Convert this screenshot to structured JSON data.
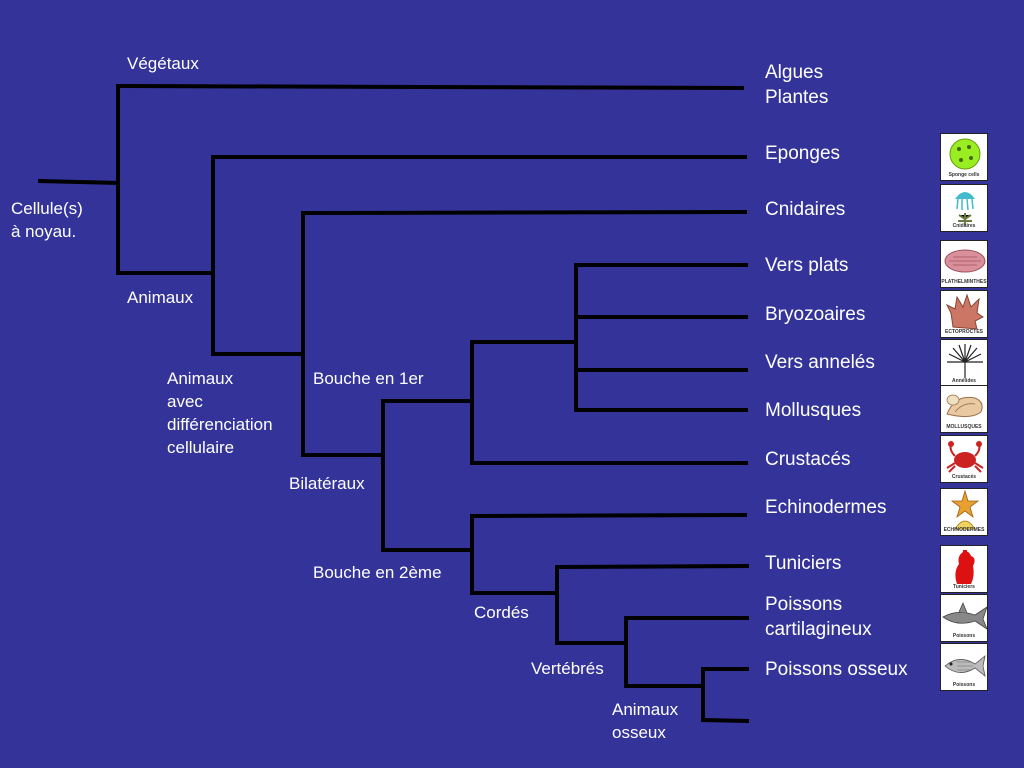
{
  "root": {
    "label": "Cellule(s)\nà noyau."
  },
  "nodes": {
    "vegetaux": "Végétaux",
    "animaux": "Animaux",
    "animaux_diff": "Animaux\navec\ndifférenciation\ncellulaire",
    "bouche_1er": "Bouche en 1er",
    "bilateraux": "Bilatéraux",
    "bouche_2eme": "Bouche en 2ème",
    "cordes": "Cordés",
    "vertebres": "Vertébrés",
    "animaux_osseux": "Animaux\nosseux"
  },
  "leaves": [
    "Algues\nPlantes",
    "Eponges",
    "Cnidaires",
    "Vers plats",
    "Bryozoaires",
    "Vers annelés",
    "Mollusques",
    "Crustacés",
    "Echinodermes",
    "Tuniciers",
    "Poissons\ncartilagineux",
    "Poissons osseux"
  ],
  "thumbnails": [
    {
      "caption": "Sponge cells",
      "icon": "sponge-icon",
      "color": "#99ee22"
    },
    {
      "caption": "Cnidaires",
      "icon": "jellyfish-icon",
      "color": "#44bbcc"
    },
    {
      "caption": "PLATHELMINTHES",
      "icon": "flatworm-icon",
      "color": "#d9909a"
    },
    {
      "caption": "ECTOPROCTES",
      "icon": "bryozoan-icon",
      "color": "#cc7766"
    },
    {
      "caption": "Annélides",
      "icon": "annelid-icon",
      "color": "#222222"
    },
    {
      "caption": "MOLLUSQUES",
      "icon": "shell-icon",
      "color": "#e8c9a0"
    },
    {
      "caption": "Crustacés",
      "icon": "crab-icon",
      "color": "#cc2222"
    },
    {
      "caption": "ECHINODERMES",
      "icon": "starfish-icon",
      "color": "#e8a030"
    },
    {
      "caption": "Tuniciers",
      "icon": "tunicate-icon",
      "color": "#dd1111"
    },
    {
      "caption": "Poissons",
      "icon": "shark-icon",
      "color": "#888888"
    },
    {
      "caption": "Poissons",
      "icon": "fish-icon",
      "color": "#666666"
    }
  ]
}
